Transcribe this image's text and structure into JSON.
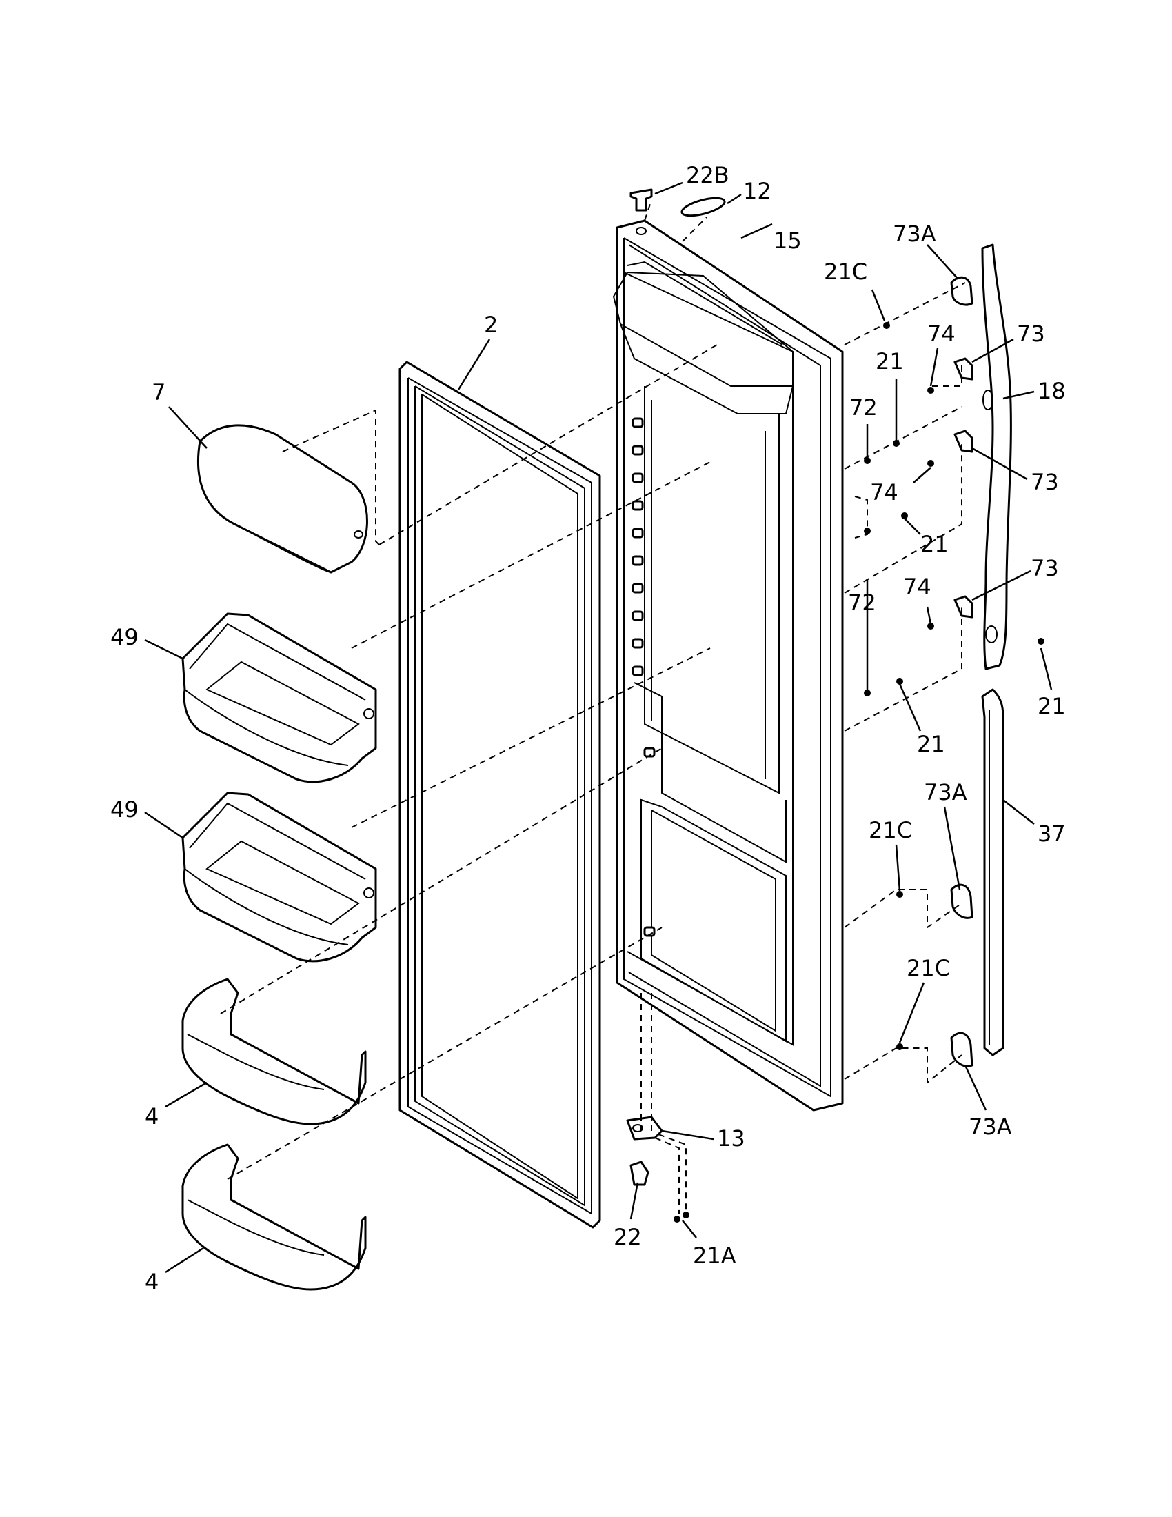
{
  "callouts": {
    "c22B": "22B",
    "c12": "12",
    "c15": "15",
    "c73A_top": "73A",
    "c21C_top": "21C",
    "c2": "2",
    "c7": "7",
    "c74_a": "74",
    "c73_a": "73",
    "c21_a": "21",
    "c18": "18",
    "c72_a": "72",
    "c74_b": "74",
    "c73_b": "73",
    "c21_b": "21",
    "c49_a": "49",
    "c72_b": "72",
    "c74_c": "74",
    "c73_c": "73",
    "c21_c": "21",
    "c21_d": "21",
    "c73A_mid": "73A",
    "c49_b": "49",
    "c21C_mid": "21C",
    "c37": "37",
    "c21C_low": "21C",
    "c4_a": "4",
    "c73A_low": "73A",
    "c13": "13",
    "c22": "22",
    "c21A": "21A",
    "c4_b": "4"
  }
}
